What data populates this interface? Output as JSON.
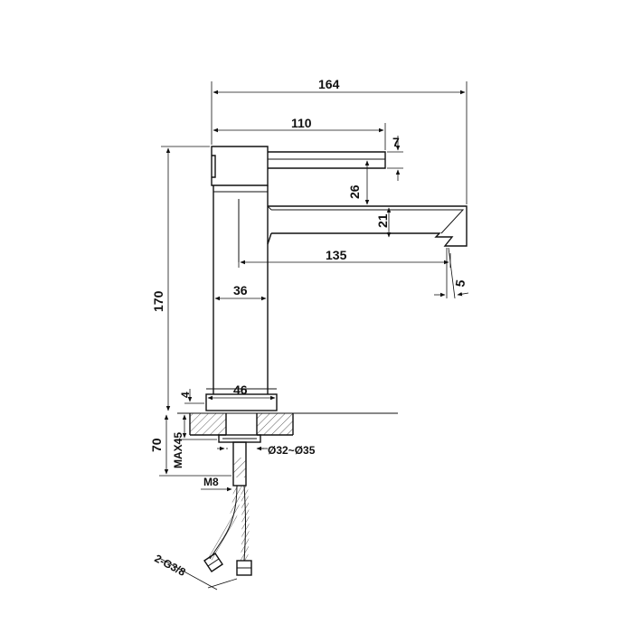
{
  "dimensions": {
    "overall_width": "164",
    "handle_reach": "110",
    "handle_thickness": "7",
    "handle_to_spout": "26",
    "spout_height": "21",
    "spout_reach": "135",
    "spout_angle": "5",
    "total_height": "170",
    "body_diameter": "36",
    "base_diameter": "46",
    "base_plate": "4",
    "counter_max": "MAX45",
    "below_counter": "70",
    "hole_diameter": "Ø32~Ø35",
    "stud_thread": "M8",
    "hose_connection": "2-G3/8"
  },
  "colors": {
    "line": "#111111",
    "background": "#ffffff"
  }
}
